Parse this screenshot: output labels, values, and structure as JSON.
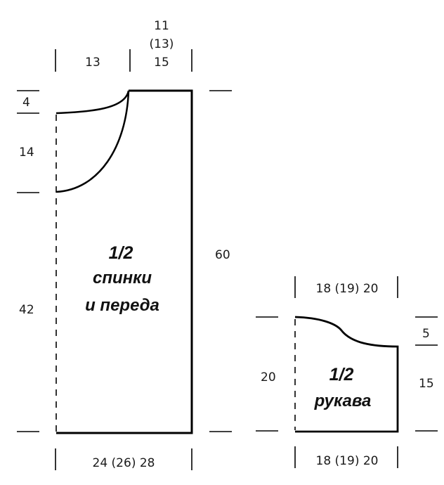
{
  "diagram": {
    "body_piece": {
      "title_line1": "1/2",
      "title_line2": "спинки",
      "title_line3": "и переда",
      "top_left_width": "13",
      "shoulder_width_line1": "11",
      "shoulder_width_line2": "(13)",
      "shoulder_width_line3": "15",
      "neck_depth_back": "4",
      "neck_depth_front": "14",
      "lower_height": "42",
      "total_height": "60",
      "bottom_width": "24 (26) 28"
    },
    "sleeve_piece": {
      "title_line1": "1/2",
      "title_line2": "рукава",
      "top_width": "18 (19) 20",
      "cap_height": "5",
      "left_height": "20",
      "right_height": "15",
      "bottom_width": "18 (19) 20"
    }
  }
}
